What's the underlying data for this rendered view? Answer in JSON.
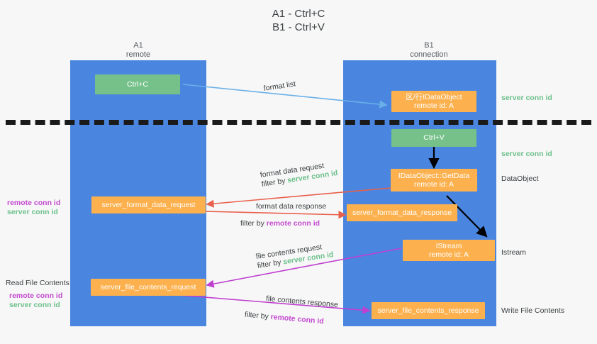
{
  "diagram": {
    "title_line1": "A1 - Ctrl+C",
    "title_line2": "B1 - Ctrl+V",
    "colors": {
      "lane": "#4a86e0",
      "green_box": "#76c18a",
      "orange_box": "#fcb14e",
      "server_conn": "#6cc08b",
      "remote_conn": "#c44ad0",
      "red_arrow": "#e8604c",
      "magenta_arrow": "#bf3fd0",
      "blue_arrow": "#6ab0e8",
      "black_arrow": "#000000",
      "background": "#f7f7f7"
    },
    "columns": [
      {
        "name": "A1",
        "sub": "remote"
      },
      {
        "name": "B1",
        "sub": "connection"
      }
    ],
    "boxes": [
      {
        "id": "ctrl-c",
        "label": "Ctrl+C",
        "sub": "",
        "color": "green"
      },
      {
        "id": "set-dataobject",
        "label": "区/行IDataObject",
        "sub": "remote id: A",
        "color": "orange"
      },
      {
        "id": "ctrl-v",
        "label": "Ctrl+V",
        "sub": "",
        "color": "green"
      },
      {
        "id": "getdata",
        "label": "IDataObject::GetData",
        "sub": "remote id: A",
        "color": "orange"
      },
      {
        "id": "format-data-request",
        "label": "server_format_data_request",
        "sub": "",
        "color": "orange"
      },
      {
        "id": "format-data-response",
        "label": "server_format_data_response",
        "sub": "",
        "color": "orange"
      },
      {
        "id": "istream",
        "label": "IStream",
        "sub": "remote id: A",
        "color": "orange"
      },
      {
        "id": "file-contents-request",
        "label": "server_file_contents_request",
        "sub": "",
        "color": "orange"
      },
      {
        "id": "file-contents-response",
        "label": "server_file_contents_response",
        "sub": "",
        "color": "orange"
      }
    ],
    "right_tags": [
      {
        "id": "tag-1",
        "text": "server conn id",
        "style": "green"
      },
      {
        "id": "tag-2",
        "text": "server conn id",
        "style": "green"
      }
    ],
    "right_labels": [
      {
        "id": "dataobject",
        "text": "DataObject"
      },
      {
        "id": "istream",
        "text": "Istream"
      },
      {
        "id": "write-file-contents",
        "text": "Write File Contents"
      }
    ],
    "left_labels": [
      {
        "id": "read-file-contents",
        "text": "Read File Contents"
      }
    ],
    "left_tag_groups": [
      {
        "id": "group-format",
        "remote": "remote conn id",
        "server": "server conn id"
      },
      {
        "id": "group-file",
        "remote": "remote conn id",
        "server": "server conn id"
      }
    ],
    "edges": [
      {
        "id": "format-list",
        "label": "format list",
        "filter_prefix": "",
        "filter_value": "",
        "filter_style": ""
      },
      {
        "id": "format-data-request",
        "label": "format data request",
        "filter_prefix": "filter by ",
        "filter_value": "server conn id",
        "filter_style": "green"
      },
      {
        "id": "format-data-response",
        "label": "format data response",
        "filter_prefix": "filter by ",
        "filter_value": "remote conn id",
        "filter_style": "magenta"
      },
      {
        "id": "file-contents-request",
        "label": "file contents request",
        "filter_prefix": "filter by ",
        "filter_value": "server conn id",
        "filter_style": "green"
      },
      {
        "id": "file-contents-response",
        "label": "file contents response",
        "filter_prefix": "filter by ",
        "filter_value": "remote conn id",
        "filter_style": "magenta"
      }
    ]
  }
}
